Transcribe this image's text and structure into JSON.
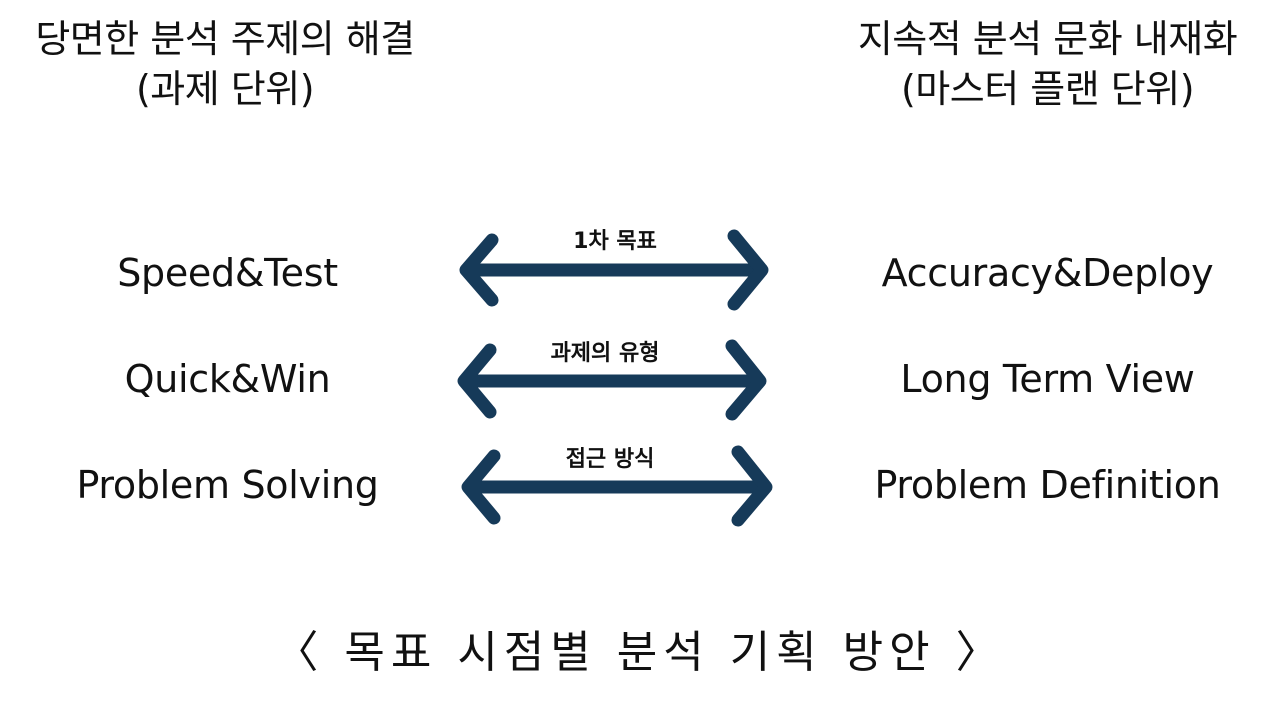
{
  "headers": {
    "left": {
      "line1": "당면한 분석 주제의 해결",
      "line2": "(과제 단위)"
    },
    "right": {
      "line1": "지속적 분석 문화 내재화",
      "line2": "(마스터 플랜 단위)"
    }
  },
  "rows": [
    {
      "left": "Speed&Test",
      "caption": "1차 목표",
      "right": "Accuracy&Deploy"
    },
    {
      "left": "Quick&Win",
      "caption": "과제의 유형",
      "right": "Long Term View"
    },
    {
      "left": "Problem Solving",
      "caption": "접근 방식",
      "right": "Problem Definition"
    }
  ],
  "footer": "〈 목표 시점별 분석 기획 방안 〉",
  "colors": {
    "arrow": "#163a59",
    "text": "#111111"
  }
}
